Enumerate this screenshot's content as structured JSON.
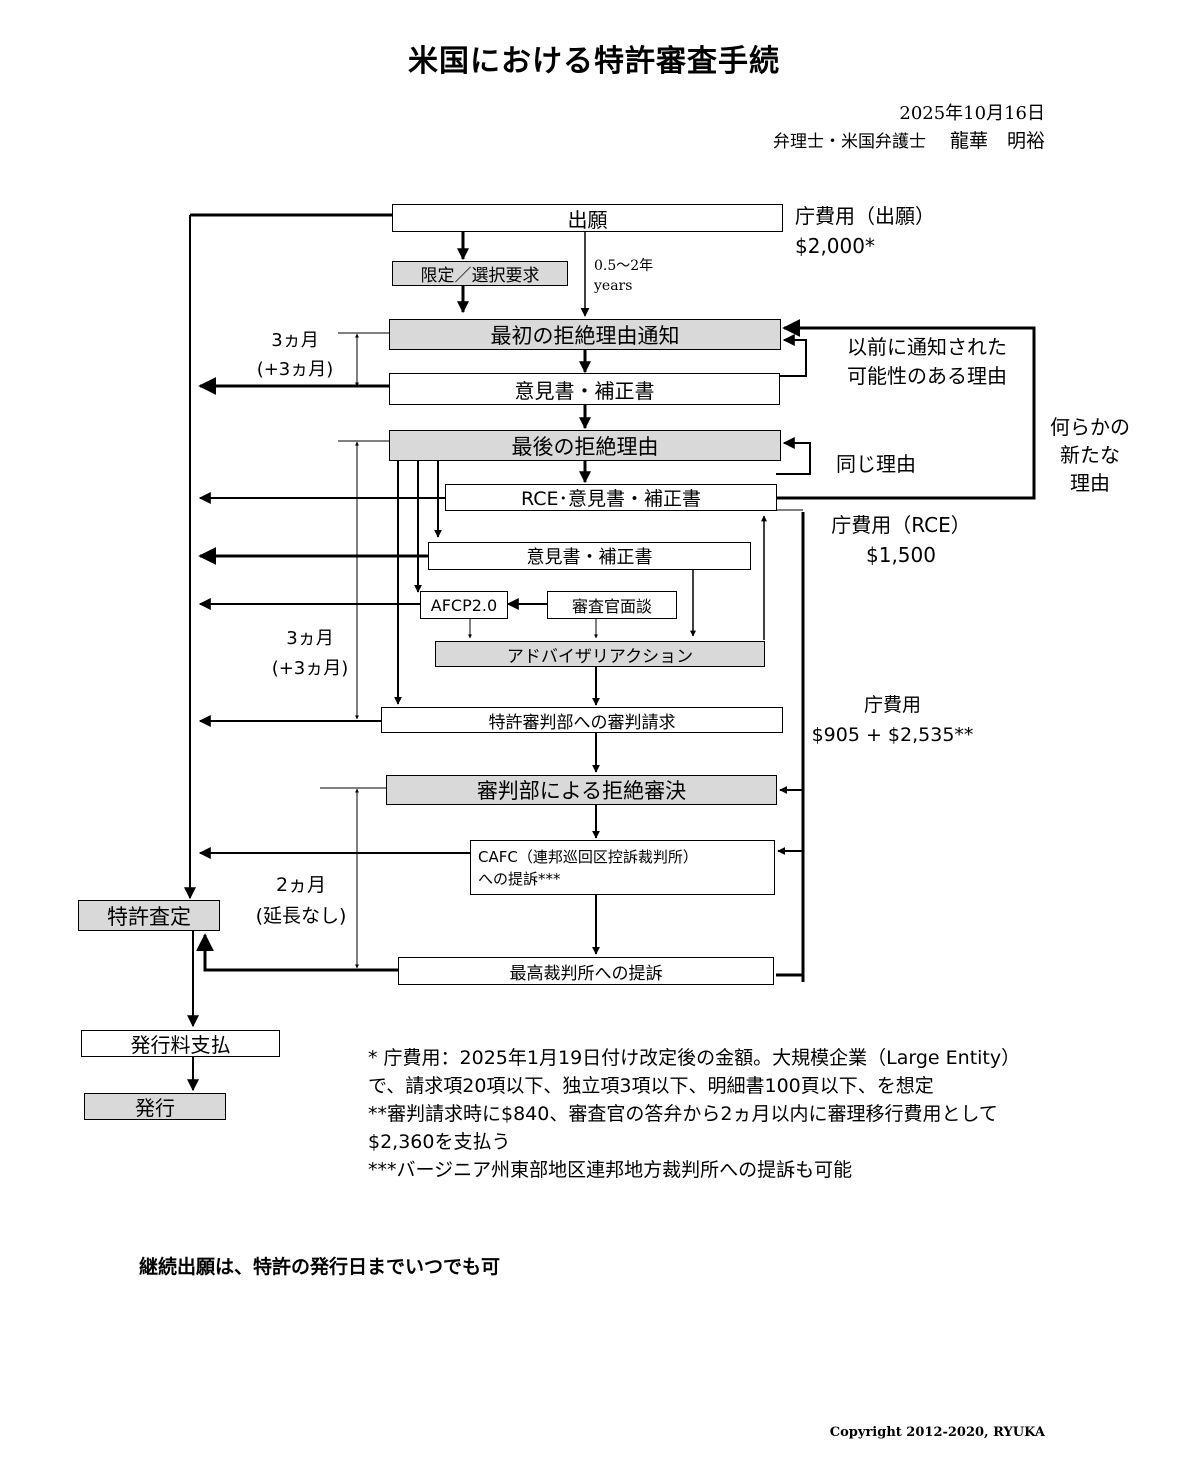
{
  "title": "米国における特許審査手続",
  "date": "2025年10月16日",
  "author": {
    "role": "弁理士・米国弁護士",
    "name": "龍華　明裕"
  },
  "boxes": {
    "filing": "出願",
    "restriction": "限定／選択要求",
    "first_rejection": "最初の拒絶理由通知",
    "response1": "意見書・補正書",
    "final_rejection": "最後の拒絶理由",
    "rce": "RCE･意見書・補正書",
    "response2": "意見書・補正書",
    "afcp": "AFCP2.0",
    "interview": "審査官面談",
    "advisory": "アドバイザリアクション",
    "appeal": "特許審判部への審判請求",
    "board_decision": "審判部による拒絶審決",
    "cafc_line1": "CAFC（連邦巡回区控訴裁判所）",
    "cafc_line2": "への提訴***",
    "supreme": "最高裁判所への提訴",
    "allowance": "特許査定",
    "issue_fee": "発行料支払",
    "issue": "発行"
  },
  "labels": {
    "period_line1": "0.5～2年",
    "period_line2": "years",
    "three_month_a_1": "3ヵ月",
    "three_month_a_2": "(+3ヵ月)",
    "three_month_b_1": "3ヵ月",
    "three_month_b_2": "(+3ヵ月)",
    "two_month_1": "2ヵ月",
    "two_month_2": "(延長なし)",
    "prev_reason_1": "以前に通知された",
    "prev_reason_2": "可能性のある理由",
    "same_reason": "同じ理由",
    "new_reason_1": "何らかの",
    "new_reason_2": "新たな",
    "new_reason_3": "理由",
    "fee_filing_1": "庁費用（出願）",
    "fee_filing_2": "$2,000*",
    "fee_rce_1": "庁費用（RCE）",
    "fee_rce_2": "$1,500",
    "fee_appeal_1": "庁費用",
    "fee_appeal_2": "$905 + $2,535**"
  },
  "notes": [
    "* 庁費用：2025年1月19日付け改定後の金額。大規模企業（Large Entity）",
    "で、請求項20項以下、独立項3項以下、明細書100頁以下、を想定",
    "**審判請求時に$840、審査官の答弁から2ヵ月以内に審理移行費用として",
    "$2,360を支払う",
    "***バージニア州東部地区連邦地方裁判所への提訴も可能"
  ],
  "continuation": "継続出願は、特許の発行日までいつでも可",
  "copyright": "Copyright 2012-2020, RYUKA"
}
